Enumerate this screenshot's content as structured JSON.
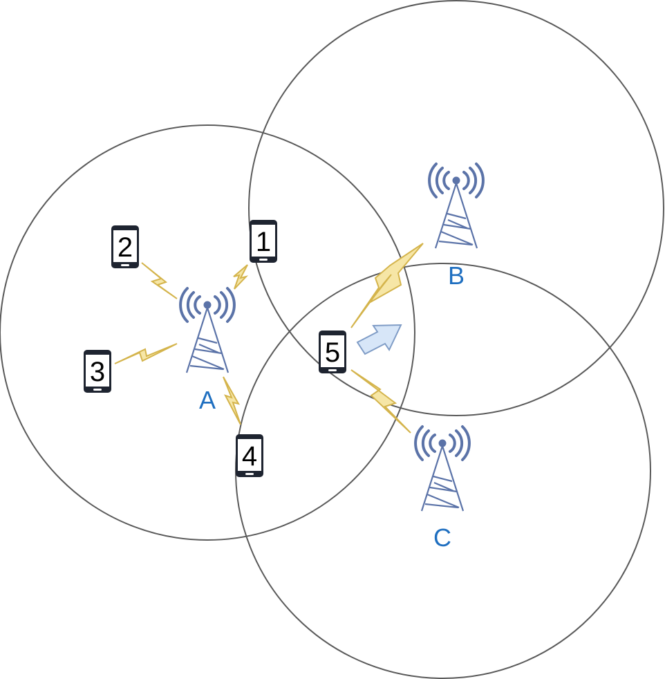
{
  "colors": {
    "coverage_stroke": "#5a5a5a",
    "tower": "#5b73a8",
    "tower_label": "#1f6fc0",
    "signal_bolt_fill": "#f6e6a6",
    "signal_bolt_stroke": "#d4b44c",
    "handover_arrow_fill": "#d7e6f8",
    "handover_arrow_stroke": "#7f9cc6",
    "phone_body": "#1e2430"
  },
  "towers": [
    {
      "id": "A",
      "label": "A",
      "icon": "cell-tower-icon"
    },
    {
      "id": "B",
      "label": "B",
      "icon": "cell-tower-icon"
    },
    {
      "id": "C",
      "label": "C",
      "icon": "cell-tower-icon"
    }
  ],
  "phones": [
    {
      "id": "1",
      "label": "1",
      "icon": "smartphone-icon",
      "connected_to": [
        "A"
      ]
    },
    {
      "id": "2",
      "label": "2",
      "icon": "smartphone-icon",
      "connected_to": [
        "A"
      ]
    },
    {
      "id": "3",
      "label": "3",
      "icon": "smartphone-icon",
      "connected_to": [
        "A"
      ]
    },
    {
      "id": "4",
      "label": "4",
      "icon": "smartphone-icon",
      "connected_to": [
        "A"
      ]
    },
    {
      "id": "5",
      "label": "5",
      "icon": "smartphone-icon",
      "connected_to": [
        "B",
        "C"
      ],
      "moving_toward": "B"
    }
  ],
  "icons": {
    "signal": "lightning-bolt-icon",
    "handover": "movement-arrow-icon"
  }
}
